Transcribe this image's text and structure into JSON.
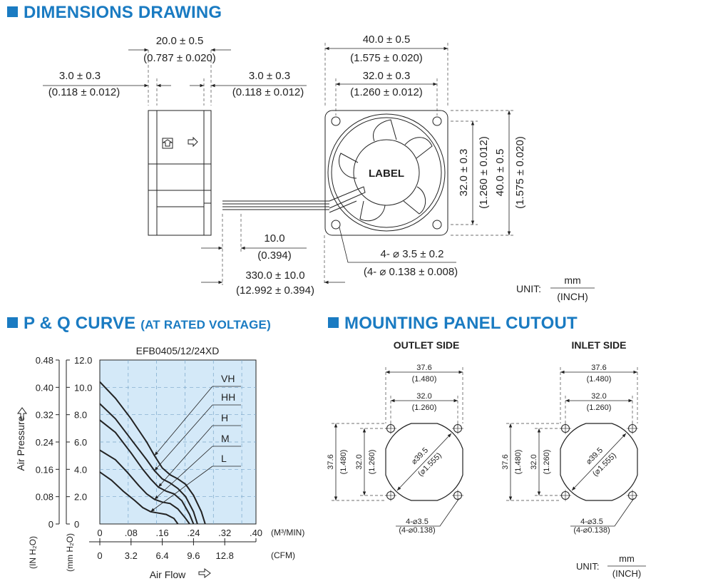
{
  "headers": {
    "dimensions": "DIMENSIONS DRAWING",
    "pq": "P & Q CURVE",
    "pq_sub": "(AT RATED VOLTAGE)",
    "mounting": "MOUNTING PANEL CUTOUT"
  },
  "dimensions": {
    "depth": "20.0 ± 0.5",
    "depth_in": "(0.787 ± 0.020)",
    "flange_left": "3.0 ± 0.3",
    "flange_left_in": "(0.118 ± 0.012)",
    "flange_right": "3.0 ± 0.3",
    "flange_right_in": "(0.118 ± 0.012)",
    "width": "40.0 ± 0.5",
    "width_in": "(1.575 ± 0.020)",
    "hole_pitch": "32.0 ± 0.3",
    "hole_pitch_in": "(1.260 ± 0.012)",
    "v_hole_pitch": "32.0 ± 0.3",
    "v_hole_pitch_in": "(1.260 ± 0.012)",
    "v_width": "40.0 ± 0.5",
    "v_width_in": "(1.575 ± 0.020)",
    "label": "LABEL",
    "strip": "10.0",
    "strip_in": "(0.394)",
    "lead": "330.0 ± 10.0",
    "lead_in": "(12.992 ± 0.394)",
    "holes": "4- ⌀ 3.5 ± 0.2",
    "holes_in": "(4- ⌀ 0.138 ± 0.008)",
    "unit_label": "UNIT:",
    "unit_mm": "mm",
    "unit_inch": "(INCH)"
  },
  "chart_data": {
    "type": "line",
    "title": "EFB0405/12/24XD",
    "y_left_label": "Air Pressure",
    "y_left_unit": "(IN H₂O)",
    "y_left_ticks": [
      "0.48",
      "0.40",
      "0.32",
      "0.24",
      "0.16",
      "0.08",
      "0"
    ],
    "y_right_unit": "(mm H₂O)",
    "y_right_ticks": [
      "12.0",
      "10.0",
      "8.0",
      "6.0",
      "4.0",
      "2.0",
      "0"
    ],
    "ylim": [
      0,
      12
    ],
    "xlim": [
      0,
      0.4
    ],
    "x_ticks_m3": [
      "0",
      ".08",
      ".16",
      ".24",
      ".32",
      ".40"
    ],
    "x_unit_m3": "(M³/MIN)",
    "x_ticks_cfm": [
      "0",
      "3.2",
      "6.4",
      "9.6",
      "12.8"
    ],
    "x_unit_cfm": "(CFM)",
    "xlabel": "Air Flow",
    "series": [
      {
        "name": "VH",
        "x": [
          0,
          0.04,
          0.08,
          0.12,
          0.14,
          0.16,
          0.18,
          0.2,
          0.22,
          0.24,
          0.26,
          0.27
        ],
        "y": [
          10.4,
          9.2,
          7.7,
          6.0,
          5.0,
          4.1,
          3.6,
          3.3,
          2.9,
          2.1,
          0.9,
          0.0
        ]
      },
      {
        "name": "HH",
        "x": [
          0,
          0.04,
          0.08,
          0.12,
          0.14,
          0.16,
          0.18,
          0.2,
          0.22,
          0.24,
          0.25
        ],
        "y": [
          8.8,
          7.7,
          6.2,
          4.7,
          3.9,
          3.3,
          3.0,
          2.6,
          2.0,
          0.9,
          0.0
        ]
      },
      {
        "name": "H",
        "x": [
          0,
          0.04,
          0.08,
          0.11,
          0.13,
          0.15,
          0.17,
          0.19,
          0.21,
          0.23,
          0.24
        ],
        "y": [
          7.6,
          6.7,
          5.2,
          4.0,
          3.3,
          2.7,
          2.4,
          2.2,
          1.7,
          0.7,
          0.0
        ]
      },
      {
        "name": "M",
        "x": [
          0,
          0.04,
          0.07,
          0.1,
          0.12,
          0.14,
          0.16,
          0.18,
          0.2,
          0.22,
          0.23
        ],
        "y": [
          5.4,
          4.7,
          3.8,
          2.8,
          2.2,
          1.8,
          1.6,
          1.5,
          1.1,
          0.4,
          0.0
        ]
      },
      {
        "name": "L",
        "x": [
          0,
          0.03,
          0.06,
          0.09,
          0.11,
          0.13,
          0.15,
          0.17,
          0.19,
          0.2
        ],
        "y": [
          3.8,
          3.2,
          2.4,
          1.7,
          1.2,
          0.9,
          0.8,
          0.7,
          0.4,
          0.0
        ]
      }
    ]
  },
  "mounting": {
    "outlet_title": "OUTLET SIDE",
    "inlet_title": "INLET SIDE",
    "w": "37.6",
    "w_in": "(1.480)",
    "p": "32.0",
    "p_in": "(1.260)",
    "dia": "⌀39.5",
    "dia_in": "(⌀1.555)",
    "holes": "4-⌀3.5",
    "holes_in": "(4-⌀0.138)",
    "unit_label": "UNIT:",
    "unit_mm": "mm",
    "unit_inch": "(INCH)"
  },
  "colors": {
    "accent": "#1a7bc2",
    "chart_bg": "#d4e9f8",
    "line": "#222222"
  }
}
